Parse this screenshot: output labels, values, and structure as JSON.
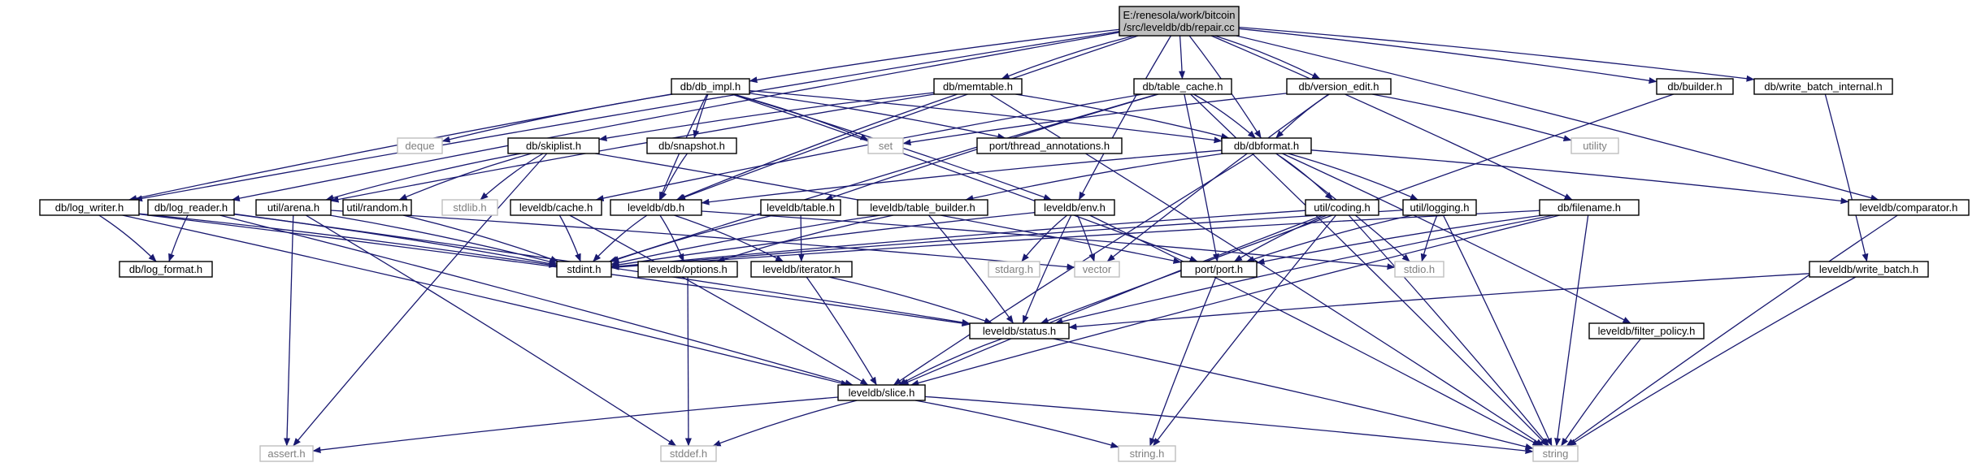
{
  "colors": {
    "edge": "#191970",
    "node_border": "#000000",
    "system_border": "#bfbfbf",
    "system_text": "#7f7f7f",
    "root_fill": "#bfbfbf",
    "background": "#ffffff"
  },
  "nodes": [
    {
      "id": "root",
      "lines": [
        "E:/renesola/work/bitcoin",
        "/src/leveldb/db/repair.cc"
      ],
      "kind": "root"
    },
    {
      "id": "db_impl",
      "lines": [
        "db/db_impl.h"
      ],
      "kind": "file"
    },
    {
      "id": "memtable",
      "lines": [
        "db/memtable.h"
      ],
      "kind": "file"
    },
    {
      "id": "table_cache",
      "lines": [
        "db/table_cache.h"
      ],
      "kind": "file"
    },
    {
      "id": "version_edit",
      "lines": [
        "db/version_edit.h"
      ],
      "kind": "file"
    },
    {
      "id": "builder",
      "lines": [
        "db/builder.h"
      ],
      "kind": "file"
    },
    {
      "id": "write_batch_internal",
      "lines": [
        "db/write_batch_internal.h"
      ],
      "kind": "file"
    },
    {
      "id": "thread_annotations",
      "lines": [
        "port/thread_annotations.h"
      ],
      "kind": "file"
    },
    {
      "id": "deque",
      "lines": [
        "deque"
      ],
      "kind": "system"
    },
    {
      "id": "snapshot",
      "lines": [
        "db/snapshot.h"
      ],
      "kind": "file"
    },
    {
      "id": "set",
      "lines": [
        "set"
      ],
      "kind": "system"
    },
    {
      "id": "dbformat",
      "lines": [
        "db/dbformat.h"
      ],
      "kind": "file"
    },
    {
      "id": "utility",
      "lines": [
        "utility"
      ],
      "kind": "system"
    },
    {
      "id": "skiplist",
      "lines": [
        "db/skiplist.h"
      ],
      "kind": "file"
    },
    {
      "id": "log_writer",
      "lines": [
        "db/log_writer.h"
      ],
      "kind": "file"
    },
    {
      "id": "log_reader",
      "lines": [
        "db/log_reader.h"
      ],
      "kind": "file"
    },
    {
      "id": "arena",
      "lines": [
        "util/arena.h"
      ],
      "kind": "file"
    },
    {
      "id": "random",
      "lines": [
        "util/random.h"
      ],
      "kind": "file"
    },
    {
      "id": "stdlib",
      "lines": [
        "stdlib.h"
      ],
      "kind": "system"
    },
    {
      "id": "cache",
      "lines": [
        "leveldb/cache.h"
      ],
      "kind": "file"
    },
    {
      "id": "db",
      "lines": [
        "leveldb/db.h"
      ],
      "kind": "file"
    },
    {
      "id": "table",
      "lines": [
        "leveldb/table.h"
      ],
      "kind": "file"
    },
    {
      "id": "table_builder",
      "lines": [
        "leveldb/table_builder.h"
      ],
      "kind": "file"
    },
    {
      "id": "env",
      "lines": [
        "leveldb/env.h"
      ],
      "kind": "file"
    },
    {
      "id": "coding",
      "lines": [
        "util/coding.h"
      ],
      "kind": "file"
    },
    {
      "id": "logging",
      "lines": [
        "util/logging.h"
      ],
      "kind": "file"
    },
    {
      "id": "filename",
      "lines": [
        "db/filename.h"
      ],
      "kind": "file"
    },
    {
      "id": "comparator",
      "lines": [
        "leveldb/comparator.h"
      ],
      "kind": "file"
    },
    {
      "id": "log_format",
      "lines": [
        "db/log_format.h"
      ],
      "kind": "file"
    },
    {
      "id": "stdint",
      "lines": [
        "stdint.h"
      ],
      "kind": "file"
    },
    {
      "id": "options",
      "lines": [
        "leveldb/options.h"
      ],
      "kind": "file"
    },
    {
      "id": "iterator",
      "lines": [
        "leveldb/iterator.h"
      ],
      "kind": "file"
    },
    {
      "id": "stdarg",
      "lines": [
        "stdarg.h"
      ],
      "kind": "system"
    },
    {
      "id": "vector",
      "lines": [
        "vector"
      ],
      "kind": "system"
    },
    {
      "id": "port",
      "lines": [
        "port/port.h"
      ],
      "kind": "file"
    },
    {
      "id": "stdio",
      "lines": [
        "stdio.h"
      ],
      "kind": "system"
    },
    {
      "id": "write_batch",
      "lines": [
        "leveldb/write_batch.h"
      ],
      "kind": "file"
    },
    {
      "id": "status",
      "lines": [
        "leveldb/status.h"
      ],
      "kind": "file"
    },
    {
      "id": "filter_policy",
      "lines": [
        "leveldb/filter_policy.h"
      ],
      "kind": "file"
    },
    {
      "id": "slice",
      "lines": [
        "leveldb/slice.h"
      ],
      "kind": "file"
    },
    {
      "id": "assert",
      "lines": [
        "assert.h"
      ],
      "kind": "system"
    },
    {
      "id": "stddef",
      "lines": [
        "stddef.h"
      ],
      "kind": "system"
    },
    {
      "id": "string_h",
      "lines": [
        "string.h"
      ],
      "kind": "system"
    },
    {
      "id": "string",
      "lines": [
        "string"
      ],
      "kind": "system"
    }
  ],
  "edges": [
    [
      "root",
      "db_impl"
    ],
    [
      "root",
      "memtable"
    ],
    [
      "root",
      "table_cache"
    ],
    [
      "root",
      "version_edit"
    ],
    [
      "root",
      "builder"
    ],
    [
      "root",
      "write_batch_internal"
    ],
    [
      "root",
      "log_writer"
    ],
    [
      "root",
      "log_reader"
    ],
    [
      "root",
      "db"
    ],
    [
      "root",
      "dbformat"
    ],
    [
      "root",
      "env"
    ],
    [
      "root",
      "filename"
    ],
    [
      "root",
      "comparator"
    ],
    [
      "db_impl",
      "thread_annotations"
    ],
    [
      "db_impl",
      "deque"
    ],
    [
      "db_impl",
      "snapshot"
    ],
    [
      "db_impl",
      "set"
    ],
    [
      "db_impl",
      "dbformat"
    ],
    [
      "db_impl",
      "log_writer"
    ],
    [
      "db_impl",
      "db"
    ],
    [
      "db_impl",
      "env"
    ],
    [
      "db_impl",
      "port"
    ],
    [
      "memtable",
      "skiplist"
    ],
    [
      "memtable",
      "arena"
    ],
    [
      "memtable",
      "db"
    ],
    [
      "memtable",
      "dbformat"
    ],
    [
      "memtable",
      "string"
    ],
    [
      "table_cache",
      "dbformat"
    ],
    [
      "table_cache",
      "cache"
    ],
    [
      "table_cache",
      "table"
    ],
    [
      "table_cache",
      "port"
    ],
    [
      "table_cache",
      "stdint"
    ],
    [
      "table_cache",
      "string"
    ],
    [
      "version_edit",
      "set"
    ],
    [
      "version_edit",
      "utility"
    ],
    [
      "version_edit",
      "vector"
    ],
    [
      "version_edit",
      "dbformat"
    ],
    [
      "builder",
      "status"
    ],
    [
      "write_batch_internal",
      "write_batch"
    ],
    [
      "snapshot",
      "db"
    ],
    [
      "dbformat",
      "comparator"
    ],
    [
      "dbformat",
      "db"
    ],
    [
      "dbformat",
      "filter_policy"
    ],
    [
      "dbformat",
      "slice"
    ],
    [
      "dbformat",
      "table_builder"
    ],
    [
      "dbformat",
      "coding"
    ],
    [
      "dbformat",
      "logging"
    ],
    [
      "dbformat",
      "stdio"
    ],
    [
      "skiplist",
      "assert"
    ],
    [
      "skiplist",
      "stdlib"
    ],
    [
      "skiplist",
      "port"
    ],
    [
      "skiplist",
      "arena"
    ],
    [
      "skiplist",
      "random"
    ],
    [
      "log_writer",
      "log_format"
    ],
    [
      "log_writer",
      "slice"
    ],
    [
      "log_writer",
      "status"
    ],
    [
      "log_writer",
      "stdint"
    ],
    [
      "log_reader",
      "log_format"
    ],
    [
      "log_reader",
      "slice"
    ],
    [
      "log_reader",
      "status"
    ],
    [
      "log_reader",
      "stdint"
    ],
    [
      "arena",
      "assert"
    ],
    [
      "arena",
      "stddef"
    ],
    [
      "arena",
      "vector"
    ],
    [
      "arena",
      "stdint"
    ],
    [
      "random",
      "stdint"
    ],
    [
      "cache",
      "stdint"
    ],
    [
      "cache",
      "slice"
    ],
    [
      "db",
      "stdint"
    ],
    [
      "db",
      "stdio"
    ],
    [
      "db",
      "iterator"
    ],
    [
      "db",
      "options"
    ],
    [
      "table",
      "stdint"
    ],
    [
      "table",
      "iterator"
    ],
    [
      "table_builder",
      "stdint"
    ],
    [
      "table_builder",
      "options"
    ],
    [
      "table_builder",
      "status"
    ],
    [
      "env",
      "stdarg"
    ],
    [
      "env",
      "vector"
    ],
    [
      "env",
      "string"
    ],
    [
      "env",
      "stdint"
    ],
    [
      "env",
      "status"
    ],
    [
      "coding",
      "stdint"
    ],
    [
      "coding",
      "string_h"
    ],
    [
      "coding",
      "string"
    ],
    [
      "coding",
      "slice"
    ],
    [
      "coding",
      "port"
    ],
    [
      "logging",
      "stdio"
    ],
    [
      "logging",
      "stdint"
    ],
    [
      "logging",
      "string"
    ],
    [
      "logging",
      "port"
    ],
    [
      "filename",
      "stdint"
    ],
    [
      "filename",
      "string"
    ],
    [
      "filename",
      "slice"
    ],
    [
      "filename",
      "status"
    ],
    [
      "filename",
      "port"
    ],
    [
      "comparator",
      "string"
    ],
    [
      "options",
      "stddef"
    ],
    [
      "iterator",
      "slice"
    ],
    [
      "iterator",
      "status"
    ],
    [
      "port",
      "string_h"
    ],
    [
      "write_batch",
      "string"
    ],
    [
      "write_batch",
      "status"
    ],
    [
      "status",
      "string"
    ],
    [
      "status",
      "slice"
    ],
    [
      "filter_policy",
      "string"
    ],
    [
      "slice",
      "assert"
    ],
    [
      "slice",
      "stddef"
    ],
    [
      "slice",
      "string_h"
    ],
    [
      "slice",
      "string"
    ]
  ]
}
